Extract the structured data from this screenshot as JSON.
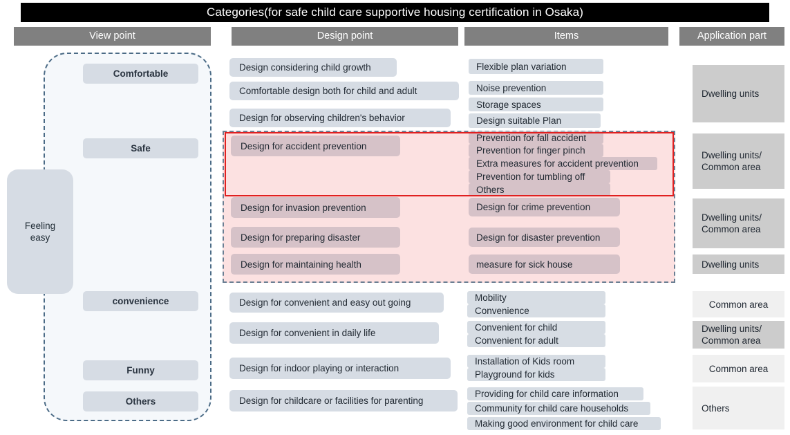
{
  "title": "Categories(for safe child care supportive housing certification in Osaka)",
  "columns": {
    "view_point": "View point",
    "design_point": "Design point",
    "items": "Items",
    "application_part": "Application part"
  },
  "view_point": {
    "root_label": "Feeling\neasy",
    "root_label_line1": "Feeling",
    "root_label_line2": "easy",
    "items": [
      {
        "label": "Comfortable"
      },
      {
        "label": "Safe"
      },
      {
        "label": "convenience"
      },
      {
        "label": "Funny"
      },
      {
        "label": "Others"
      }
    ]
  },
  "design_points": [
    {
      "label": "Design considering child growth",
      "highlight": false
    },
    {
      "label": "Comfortable design both for child and adult",
      "highlight": false
    },
    {
      "label": "Design for observing children's behavior",
      "highlight": false
    },
    {
      "label": "Design for accident prevention",
      "highlight": true
    },
    {
      "label": "Design for invasion prevention",
      "highlight": true
    },
    {
      "label": "Design for preparing disaster",
      "highlight": true
    },
    {
      "label": "Design for maintaining health",
      "highlight": true
    },
    {
      "label": "Design for convenient and easy out going",
      "highlight": false
    },
    {
      "label": "Design for convenient in daily life",
      "highlight": false
    },
    {
      "label": "Design for indoor playing or interaction",
      "highlight": false
    },
    {
      "label": "Design for childcare or facilities for parenting",
      "highlight": false
    }
  ],
  "items": [
    {
      "label": "Flexible plan variation",
      "highlight": false
    },
    {
      "label": "Noise prevention",
      "highlight": false
    },
    {
      "label": "Storage spaces",
      "highlight": false
    },
    {
      "label": "Design suitable Plan",
      "highlight": false
    },
    {
      "label": "Prevention for  fall accident",
      "highlight": true
    },
    {
      "label": "Prevention for finger pinch",
      "highlight": true
    },
    {
      "label": "Extra measures for accident prevention",
      "highlight": true
    },
    {
      "label": "Prevention for tumbling off",
      "highlight": true
    },
    {
      "label": "Others",
      "highlight": true
    },
    {
      "label": "Design for crime prevention",
      "highlight": true
    },
    {
      "label": "Design for disaster prevention",
      "highlight": true
    },
    {
      "label": "measure for sick house",
      "highlight": true
    },
    {
      "label": "Mobility",
      "highlight": false
    },
    {
      "label": "Convenience",
      "highlight": false
    },
    {
      "label": "Convenient for child",
      "highlight": false
    },
    {
      "label": "Convenient for adult",
      "highlight": false
    },
    {
      "label": "Installation of Kids room",
      "highlight": false
    },
    {
      "label": "Playground for kids",
      "highlight": false
    },
    {
      "label": "Providing for child care information",
      "highlight": false
    },
    {
      "label": "Community for child care households",
      "highlight": false
    },
    {
      "label": "Making good environment for child care",
      "highlight": false
    }
  ],
  "application_parts": [
    {
      "line1": "Dwelling units",
      "line2": ""
    },
    {
      "line1": "Dwelling units/",
      "line2": "Common area"
    },
    {
      "line1": "Dwelling units/",
      "line2": "Common area"
    },
    {
      "line1": "Dwelling units",
      "line2": ""
    },
    {
      "line1": "Common area",
      "line2": ""
    },
    {
      "line1": "Dwelling units/",
      "line2": "Common area"
    },
    {
      "line1": "Common area",
      "line2": ""
    },
    {
      "line1": "Others",
      "line2": ""
    }
  ],
  "colors": {
    "title_bg": "#000000",
    "header_bg": "#808080",
    "blue_box": "#d6dce4",
    "mauve_box": "#d6c2c8",
    "pink_zone": "#fce1e1",
    "red_outline": "#e02020",
    "group_bg": "#f5f8fb",
    "group_border": "#4b6b86",
    "app_dark": "#cccccc",
    "app_light": "#f0f0f0"
  }
}
